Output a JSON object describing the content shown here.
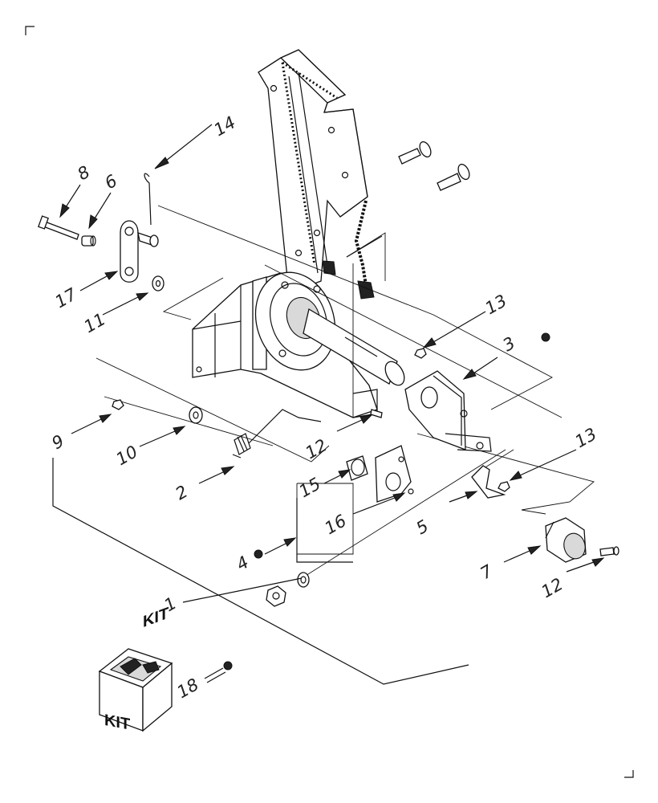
{
  "callouts": [
    {
      "id": "c1",
      "text": "1"
    },
    {
      "id": "c2",
      "text": "2"
    },
    {
      "id": "c3",
      "text": "3"
    },
    {
      "id": "c4",
      "text": "4"
    },
    {
      "id": "c5",
      "text": "5"
    },
    {
      "id": "c6",
      "text": "6"
    },
    {
      "id": "c7",
      "text": "7"
    },
    {
      "id": "c8",
      "text": "8"
    },
    {
      "id": "c9",
      "text": "9"
    },
    {
      "id": "c10",
      "text": "10"
    },
    {
      "id": "c11",
      "text": "11"
    },
    {
      "id": "c12a",
      "text": "12"
    },
    {
      "id": "c12b",
      "text": "12"
    },
    {
      "id": "c13a",
      "text": "13"
    },
    {
      "id": "c13b",
      "text": "13"
    },
    {
      "id": "c14",
      "text": "14"
    },
    {
      "id": "c15",
      "text": "15"
    },
    {
      "id": "c16",
      "text": "16"
    },
    {
      "id": "c17",
      "text": "17"
    },
    {
      "id": "c18",
      "text": "18"
    }
  ],
  "kit": {
    "label_left": "KIT",
    "label_right": "KIT"
  }
}
